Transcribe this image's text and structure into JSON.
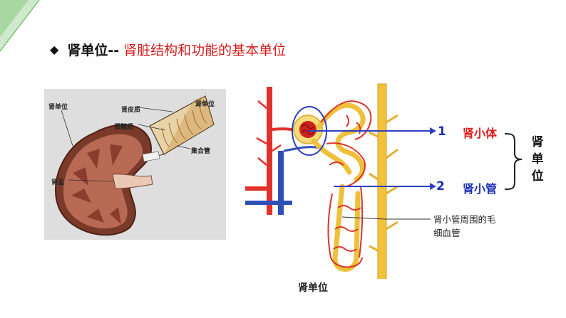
{
  "heading": {
    "marker": "◆",
    "title": "肾单位--",
    "subtitle": "肾脏结构和功能的基本单位"
  },
  "kidney_diagram": {
    "labels": {
      "nephron": "肾单位",
      "cortex": "肾皮质",
      "medulla": "肾髓质",
      "nephron_zoom": "肾单位",
      "collecting_duct": "集合管",
      "pelvis": "肾盂"
    }
  },
  "nephron_diagram": {
    "caption": "肾单位",
    "items": [
      {
        "number": "1",
        "term": "肾小体"
      },
      {
        "number": "2",
        "term": "肾小管"
      }
    ],
    "group_label": "肾单位",
    "capillary_note": "肾小管周围的毛细血管"
  },
  "colors": {
    "accent_red": "#e01d1d",
    "accent_blue": "#1a2fb5",
    "corner_green": "#8fc98a"
  }
}
